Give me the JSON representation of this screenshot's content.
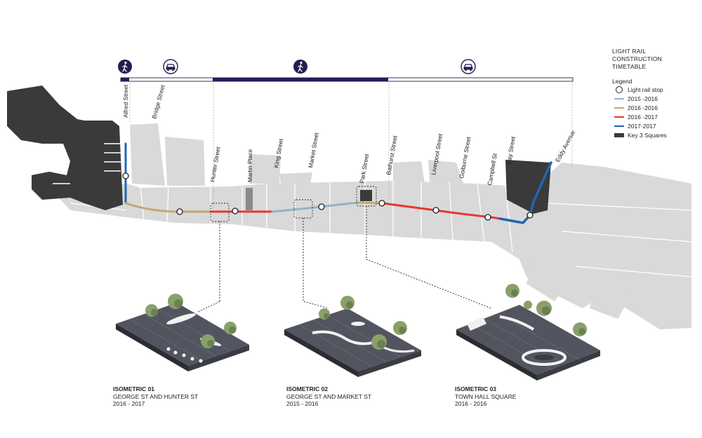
{
  "legend": {
    "title_line1": "LIGHT RAIL CONSTRUCTION",
    "title_line2": "TIMETABLE",
    "heading": "Legend",
    "items": [
      {
        "label": "Light rail stop"
      },
      {
        "label": "2015 -2016",
        "color": "#8fb3cc"
      },
      {
        "label": "2016 -2016",
        "color": "#c9a56a"
      },
      {
        "label": "2016 -2017",
        "color": "#e8362d"
      },
      {
        "label": "2017-2017",
        "color": "#1f66b3"
      },
      {
        "label": "Key 3 Squares"
      }
    ]
  },
  "timeline": {
    "accent": "#241d55",
    "icons": [
      "pedestrian-icon",
      "car-icon",
      "pedestrian-icon",
      "car-icon"
    ]
  },
  "streets": [
    "Alfred Street",
    "Bridge Street",
    "Hunter  Street",
    "Martin Place",
    "King  Street",
    "Market Street",
    "Park  Street",
    "Bathurst  Street",
    "Liverpool  Street",
    "Goiburne  Street",
    "Campbell  St",
    "Hay  Street",
    "Eddy Avenue"
  ],
  "captions": [
    {
      "title": "ISOMETRIC 01",
      "place": "GEORGE ST AND HUNTER ST",
      "years": "2016 - 2017"
    },
    {
      "title": "ISOMETRIC 02",
      "place": "GEORGE ST AND MARKET ST",
      "years": "2015 - 2016"
    },
    {
      "title": "ISOMETRIC 03",
      "place": "TOWN HALL SQUARE",
      "years": "2016 - 2016"
    }
  ]
}
